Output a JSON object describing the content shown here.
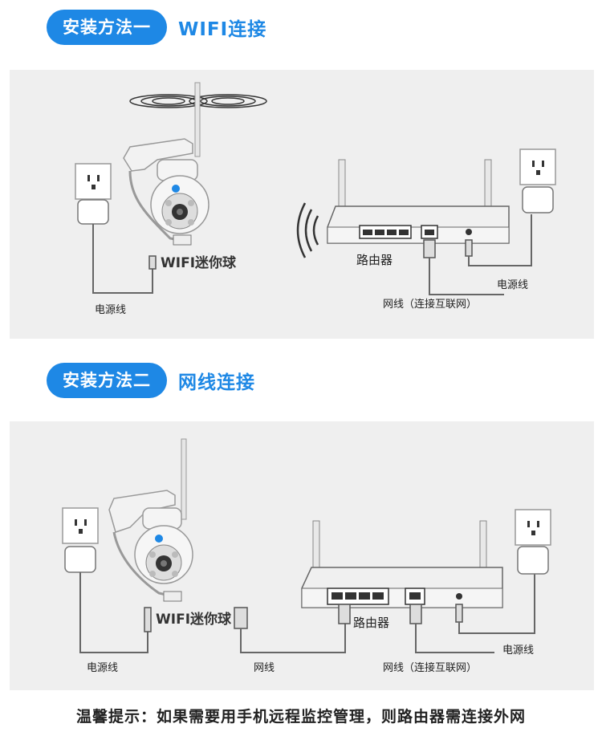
{
  "method1": {
    "badge": "安装方法一",
    "title": "WIFI连接",
    "camera_label": "WIFI迷你球",
    "router_label": "路由器",
    "power_left": "电源线",
    "power_right": "电源线",
    "network_cable": "网线（连接互联网）"
  },
  "method2": {
    "badge": "安装方法二",
    "title": "网线连接",
    "camera_label": "WIFI迷你球",
    "router_label": "路由器",
    "power_left": "电源线",
    "power_right": "电源线",
    "cable_label": "网线",
    "network_cable": "网线（连接互联网）"
  },
  "footer": "温馨提示：如果需要用手机远程监控管理，则路由器需连接外网",
  "colors": {
    "accent": "#1e88e5",
    "panel": "#efefef"
  },
  "icons": [
    "wifi-signal-icon",
    "power-outlet-icon",
    "ptz-camera-icon",
    "router-icon",
    "power-adapter-icon",
    "rj45-plug-icon"
  ]
}
